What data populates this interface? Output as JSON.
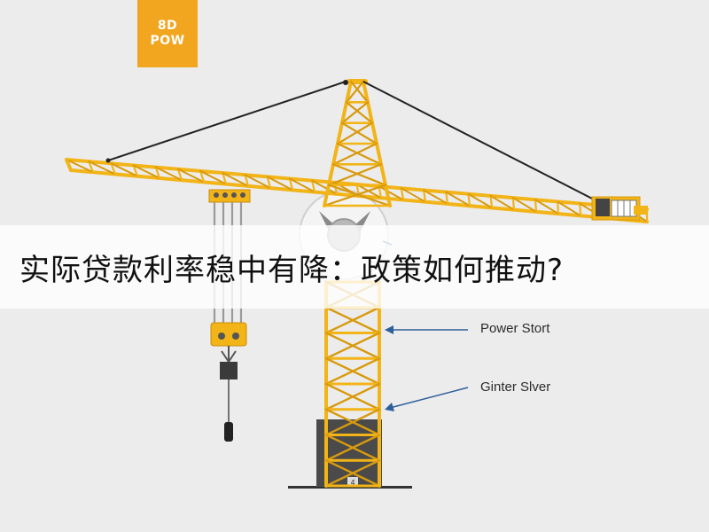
{
  "badge": {
    "line1": "8D",
    "line2": "POW"
  },
  "banner": {
    "title": "实际贷款利率稳中有降：政策如何推动?"
  },
  "callouts": [
    {
      "label": "Power Stort"
    },
    {
      "label": "Ginter Slver"
    }
  ],
  "mast_plate": {
    "label": "4"
  },
  "colors": {
    "crane_yellow": "#f2b417",
    "truss_line": "#d89a0e",
    "cable": "#222222",
    "callout_arrow": "#2f5f9a",
    "base_dark": "#4a4a4a",
    "background": "#ececec"
  }
}
